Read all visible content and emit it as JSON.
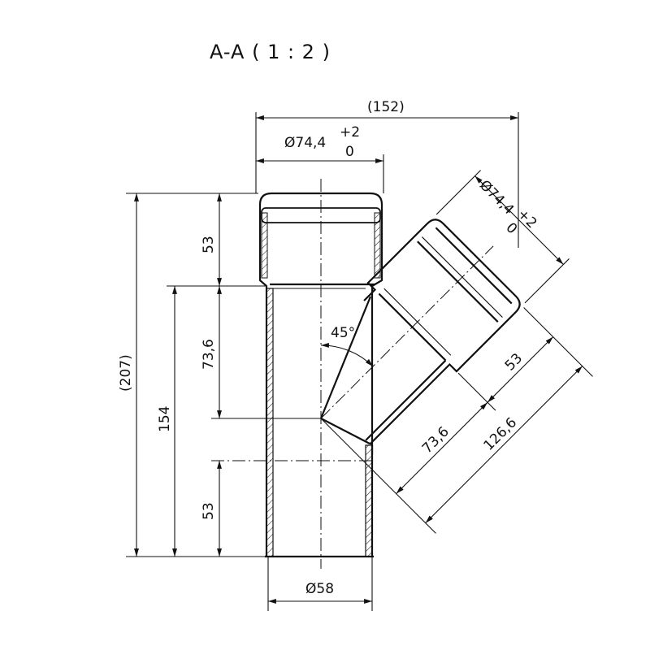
{
  "title": "A-A ( 1 : 2 )",
  "dimensions": {
    "overall_width": "(152)",
    "socket_diameter": "Ø74,4",
    "socket_tol_upper": "+2",
    "socket_tol_lower": "0",
    "overall_height": "(207)",
    "body_height": "154",
    "top_socket_depth": "53",
    "top_to_branch": "73,6",
    "bottom_spigot": "53",
    "pipe_diameter": "Ø58",
    "branch_angle": "45°",
    "branch_socket_depth": "53",
    "branch_body": "73,6",
    "branch_length": "126,6",
    "branch_socket_diameter": "Ø74,4",
    "branch_tol_upper": "+2",
    "branch_tol_lower": "0"
  }
}
